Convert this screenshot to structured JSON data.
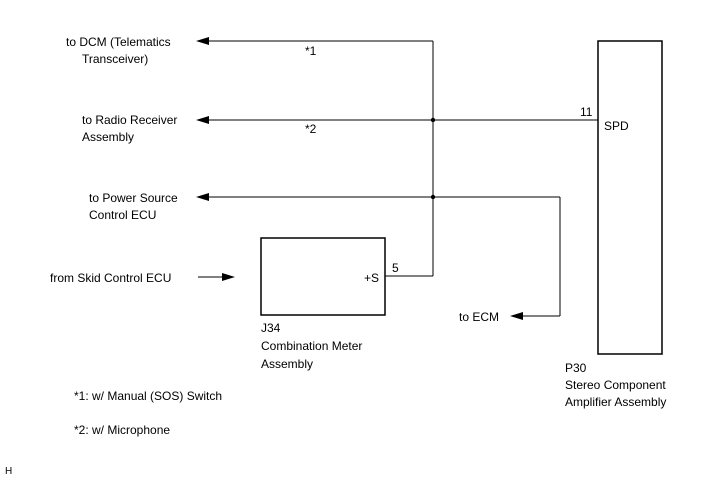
{
  "destinations": {
    "dcm": {
      "line1": "to DCM (Telematics",
      "line2": "Transceiver)",
      "note": "*1"
    },
    "radio": {
      "line1": "to Radio Receiver",
      "line2": "Assembly",
      "note": "*2"
    },
    "power": {
      "line1": "to Power Source",
      "line2": "Control ECU"
    },
    "ecm": {
      "label": "to ECM"
    }
  },
  "source": {
    "label": "from Skid Control ECU"
  },
  "meter": {
    "code": "J34",
    "name_line1": "Combination Meter",
    "name_line2": "Assembly",
    "terminal": "+S",
    "pin": "5"
  },
  "amplifier": {
    "code": "P30",
    "name_line1": "Stereo Component",
    "name_line2": "Amplifier Assembly",
    "terminal": "SPD",
    "pin": "11"
  },
  "footnotes": {
    "note1": "*1: w/ Manual (SOS) Switch",
    "note2": "*2: w/ Microphone"
  },
  "corner_mark": "H"
}
